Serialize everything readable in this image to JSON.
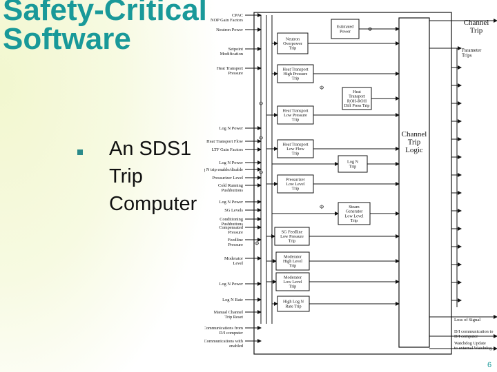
{
  "slide": {
    "title_line1": "Safety-Critical",
    "title_line2": "Software",
    "bullet_lines": [
      "An SDS1",
      "Trip",
      "Computer"
    ],
    "page_number": "6"
  },
  "diagram": {
    "inputs": [
      [
        "CPAC",
        "NOP Gain Factors"
      ],
      [
        "Neutron Power"
      ],
      [
        "Setpoint",
        "Modification"
      ],
      [
        "Heat Transport",
        "Pressure"
      ],
      [
        "Log N Power"
      ],
      [
        "Heat Transport Flow"
      ],
      [
        "LTF Gain Factors"
      ],
      [
        "Log N Power"
      ],
      [
        "Log N trip enable/disable"
      ],
      [
        "Pressurizer Level"
      ],
      [
        "Cold Running",
        "Pushbuttons"
      ],
      [
        "Log N Power"
      ],
      [
        "SG Levels"
      ],
      [
        "Conditioning",
        "Pushbuttons"
      ],
      [
        "Compensated",
        "Pressure"
      ],
      [
        "Feedline",
        "Pressure"
      ],
      [
        "Moderator",
        "Level"
      ],
      [
        "Log N Power"
      ],
      [
        "Log N Rate"
      ],
      [
        "Manual Channel",
        "Trip Reset"
      ],
      [
        "Communications from",
        "D/I computer"
      ],
      [
        "Communications with",
        "enabled"
      ]
    ],
    "blocks": [
      [
        "Estimated",
        "Power"
      ],
      [
        "Neutron",
        "Overpower",
        "Trip"
      ],
      [
        "Heat Transport",
        "High Pressure",
        "Trip"
      ],
      [
        "Heat",
        "Transport",
        "ROH-ROH",
        "Diff Press Trip"
      ],
      [
        "Heat Transport",
        "Low Pressure",
        "Trip"
      ],
      [
        "Heat Transport",
        "Low Flow",
        "Trip"
      ],
      [
        "Log N",
        "Trip"
      ],
      [
        "Pressurizer",
        "Low Level",
        "Trip"
      ],
      [
        "Steam",
        "Generator",
        "Low Level",
        "Trip"
      ],
      [
        "SG Feedline",
        "Low Pressure",
        "Trip"
      ],
      [
        "Moderator",
        "High Level",
        "Trip"
      ],
      [
        "Moderator",
        "Low Level",
        "Trip"
      ],
      [
        "High Log N",
        "Rate Trip"
      ]
    ],
    "logic_label": [
      "Channel",
      "Trip",
      "Logic"
    ],
    "phi_symbol": "Φ",
    "outputs": {
      "channel_trip": [
        "Channel",
        "Trip"
      ],
      "parameter_trips": [
        "Parameter",
        "Trips"
      ],
      "loss_of_signal": "Loss of Signal",
      "di_comm": [
        "D/I communication to",
        "D/I computer"
      ],
      "watchdog": [
        "Watchdog Update",
        "to external Watchdog"
      ]
    }
  }
}
